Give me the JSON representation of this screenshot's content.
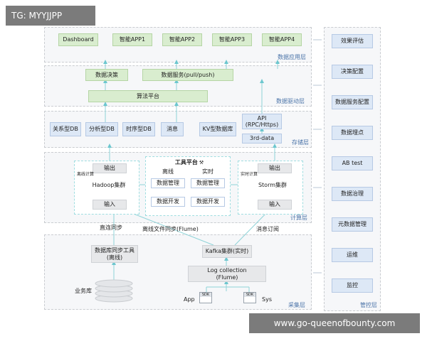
{
  "watermark_top": "TG: MYYJJPP",
  "watermark_bottom": "www.go-queenofbounty.com",
  "layers": {
    "app": "数据应用层",
    "driver": "数据驱动层",
    "storage": "存储层",
    "compute": "计算层",
    "collect": "采集层",
    "control": "管控层"
  },
  "app_boxes": [
    "Dashboard",
    "智能APP1",
    "智能APP2",
    "智能APP3",
    "智能APP4"
  ],
  "driver": {
    "decision": "数据决策",
    "service": "数据服务(pull/push)",
    "algo": "算法平台"
  },
  "storage_boxes": [
    "关系型DB",
    "分析型DB",
    "时序型DB",
    "消息",
    "KV型数据库"
  ],
  "api": "API\n(RPC/Https)",
  "third": "3rd-data",
  "compute": {
    "tool_title": "工具平台",
    "offline": "离线",
    "realtime": "实时",
    "data_mgmt": "数据管理",
    "data_dev": "数据开发",
    "hadoop": "Hadoop集群",
    "storm": "Storm集群",
    "output": "输出",
    "input": "输入",
    "offline_calc": "离线计算",
    "realtime_calc": "实时计算"
  },
  "edges": {
    "direct_sync": "直连同步",
    "offline_file_sync": "离线文件同步(Flume)",
    "msg_sub": "消息订阅"
  },
  "collect": {
    "db_sync_tool": "数据库同步工具\n(离线)",
    "kafka": "Kafka集群(实时)",
    "log_collection": "Log collection\n(Flume)",
    "biz_db": "业务库",
    "app": "App",
    "sys": "Sys",
    "sdk": "SDK"
  },
  "control_items": [
    "效果评估",
    "决策配置",
    "数据服务配置",
    "数据埋点",
    "AB test",
    "数据治理",
    "元数据管理",
    "运维",
    "监控"
  ]
}
